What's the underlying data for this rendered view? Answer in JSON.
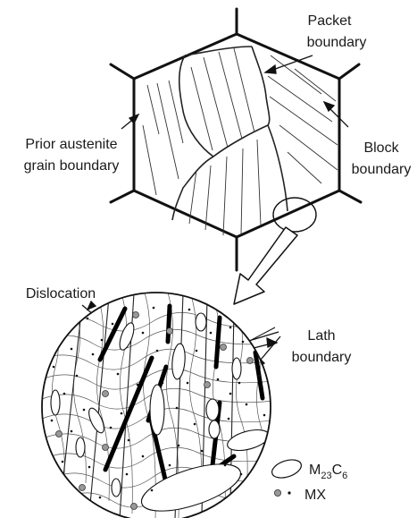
{
  "labels": {
    "packet_line1": "Packet",
    "packet_line2": "boundary",
    "prior_line1": "Prior austenite",
    "prior_line2": "grain boundary",
    "block_line1": "Block",
    "block_line2": "boundary",
    "dislocation": "Dislocation",
    "lath_line1": "Lath",
    "lath_line2": "boundary",
    "m23c6_main": "M",
    "m23c6_sub1": "23",
    "m23c6_c": "C",
    "m23c6_sub2": "6",
    "mx": "MX"
  }
}
